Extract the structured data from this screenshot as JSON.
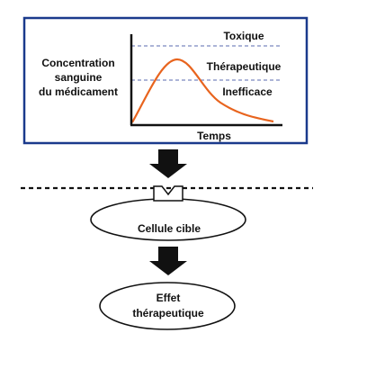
{
  "graph": {
    "ylabel": [
      "Concentration",
      "sanguine",
      "du médicament"
    ],
    "xlabel": "Temps",
    "zones": {
      "top": "Toxique",
      "middle": "Thérapeutique",
      "bottom": "Inefficace"
    },
    "colors": {
      "frame": "#1a3a8c",
      "curve": "#e8641e",
      "threshold": "#7a86bf"
    }
  },
  "flow": {
    "node1": "Cellule cible",
    "node2_line1": "Effet",
    "node2_line2": "thérapeutique"
  }
}
